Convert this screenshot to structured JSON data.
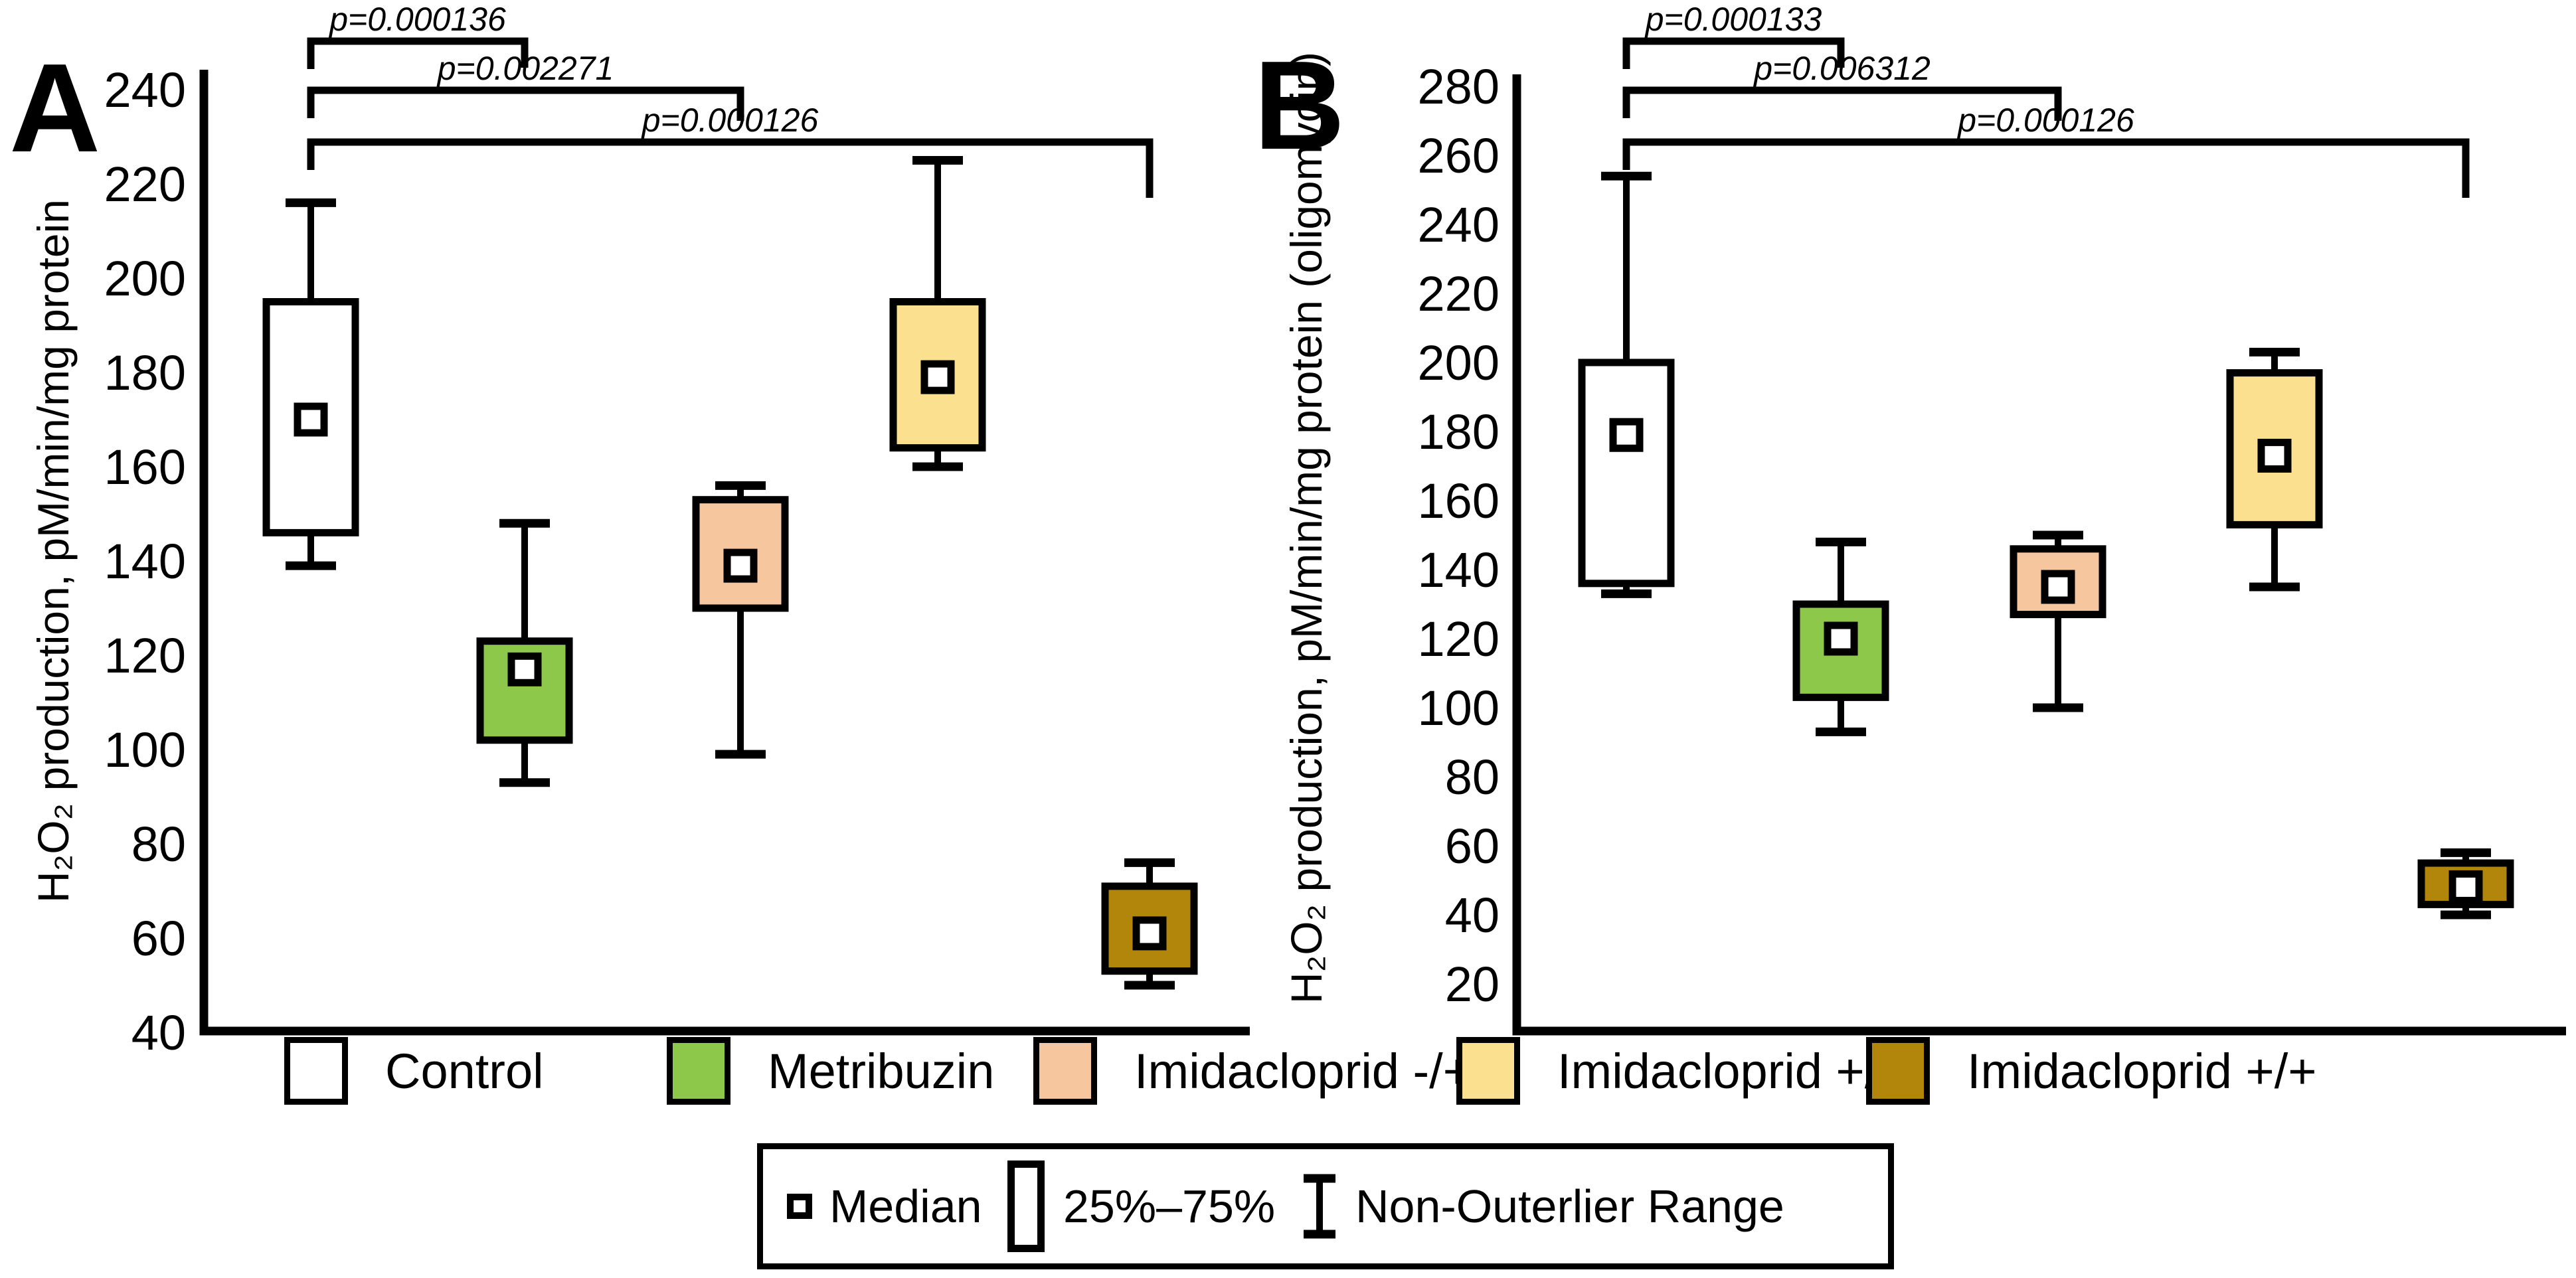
{
  "chart_data": [
    {
      "id": "A",
      "type": "box",
      "panel_label": "A",
      "title": "",
      "xlabel": "",
      "ylabel": "H₂O₂ production, pM/min/mg protein",
      "ylim": [
        40,
        240
      ],
      "yticks": [
        240,
        220,
        200,
        180,
        160,
        140,
        120,
        100,
        80,
        60,
        40
      ],
      "grid": false,
      "legend_position": "bottom",
      "categories": [
        "Control",
        "Metribuzin",
        "Imidacloprid -/+",
        "Imidacloprid +/-",
        "Imidacloprid +/+"
      ],
      "series": [
        {
          "name": "Control",
          "color": "#FFFFFF",
          "whisker_low": 139,
          "q1": 146,
          "median": 170,
          "q3": 195,
          "whisker_high": 216
        },
        {
          "name": "Metribuzin",
          "color": "#8DC84B",
          "whisker_low": 93,
          "q1": 102,
          "median": 117,
          "q3": 123,
          "whisker_high": 148
        },
        {
          "name": "Imidacloprid -/+",
          "color": "#F6C69E",
          "whisker_low": 99,
          "q1": 130,
          "median": 139,
          "q3": 153,
          "whisker_high": 156
        },
        {
          "name": "Imidacloprid +/-",
          "color": "#FAE08F",
          "whisker_low": 160,
          "q1": 164,
          "median": 179,
          "q3": 195,
          "whisker_high": 225
        },
        {
          "name": "Imidacloprid +/+",
          "color": "#B2860B",
          "whisker_low": 50,
          "q1": 53,
          "median": 61,
          "q3": 71,
          "whisker_high": 76
        }
      ],
      "significance": [
        {
          "from": 0,
          "to": 1,
          "label": "p=0.000136"
        },
        {
          "from": 0,
          "to": 2,
          "label": "p=0.002271"
        },
        {
          "from": 0,
          "to": 4,
          "label": "p=0.000126"
        }
      ]
    },
    {
      "id": "B",
      "type": "box",
      "panel_label": "B",
      "title": "",
      "xlabel": "",
      "ylabel": "H₂O₂ production, pM/min/mg protein  (oligomycin)",
      "ylim": [
        20,
        280
      ],
      "yticks": [
        280,
        260,
        240,
        220,
        200,
        180,
        160,
        140,
        120,
        100,
        80,
        60,
        40,
        20
      ],
      "grid": false,
      "legend_position": "bottom",
      "categories": [
        "Control",
        "Metribuzin",
        "Imidacloprid -/+",
        "Imidacloprid +/-",
        "Imidacloprid +/+"
      ],
      "series": [
        {
          "name": "Control",
          "color": "#FFFFFF",
          "whisker_low": 133,
          "q1": 136,
          "median": 179,
          "q3": 200,
          "whisker_high": 254
        },
        {
          "name": "Metribuzin",
          "color": "#8DC84B",
          "whisker_low": 93,
          "q1": 103,
          "median": 120,
          "q3": 130,
          "whisker_high": 148
        },
        {
          "name": "Imidacloprid -/+",
          "color": "#F6C69E",
          "whisker_low": 100,
          "q1": 127,
          "median": 135,
          "q3": 146,
          "whisker_high": 150
        },
        {
          "name": "Imidacloprid +/-",
          "color": "#FAE08F",
          "whisker_low": 135,
          "q1": 153,
          "median": 173,
          "q3": 197,
          "whisker_high": 203
        },
        {
          "name": "Imidacloprid +/+",
          "color": "#B2860B",
          "whisker_low": 40,
          "q1": 43,
          "median": 48,
          "q3": 55,
          "whisker_high": 58
        }
      ],
      "significance": [
        {
          "from": 0,
          "to": 1,
          "label": "p=0.000133"
        },
        {
          "from": 0,
          "to": 2,
          "label": "p=0.006312"
        },
        {
          "from": 0,
          "to": 4,
          "label": "p=0.000126"
        }
      ]
    }
  ],
  "legend": {
    "items": [
      {
        "label": "Control",
        "color": "#FFFFFF"
      },
      {
        "label": "Metribuzin",
        "color": "#8DC84B"
      },
      {
        "label": "Imidacloprid -/+",
        "color": "#F6C69E"
      },
      {
        "label": "Imidacloprid +/-",
        "color": "#FAE08F"
      },
      {
        "label": "Imidacloprid +/+",
        "color": "#B2860B"
      }
    ]
  },
  "key": {
    "median_label": "Median",
    "box_label": "25%–75%",
    "range_label": "Non-Outerlier Range"
  }
}
